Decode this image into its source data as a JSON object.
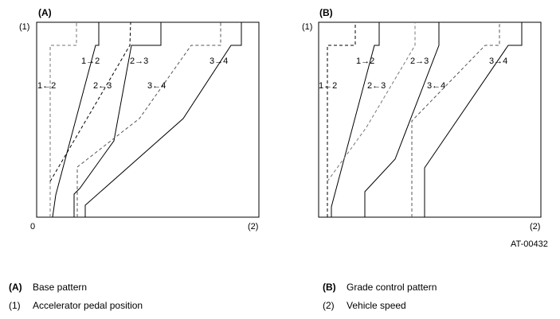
{
  "panel_a": {
    "label": "(A)",
    "y_axis_label": "(1)",
    "origin_label": "0",
    "x_axis_label": "(2)",
    "shift_labels": [
      "1→2",
      "2→3",
      "3→4",
      "1←2",
      "2←3",
      "3←4"
    ]
  },
  "panel_b": {
    "label": "(B)",
    "y_axis_label": "(1)",
    "x_axis_label": "(2)",
    "shift_labels": [
      "1→2",
      "2→3",
      "3→4",
      "1←2",
      "2←3",
      "3←4"
    ]
  },
  "figure_id": "AT-00432",
  "legend": [
    {
      "key": "(A)",
      "text": "Base pattern",
      "bold": true
    },
    {
      "key": "(B)",
      "text": "Grade control pattern",
      "bold": true
    },
    {
      "key": "(1)",
      "text": "Accelerator pedal position",
      "bold": false
    },
    {
      "key": "(2)",
      "text": "Vehicle speed",
      "bold": false
    }
  ],
  "colors": {
    "upshift_line": "#000000",
    "downshift_line": "#777777",
    "frame": "#000000"
  }
}
